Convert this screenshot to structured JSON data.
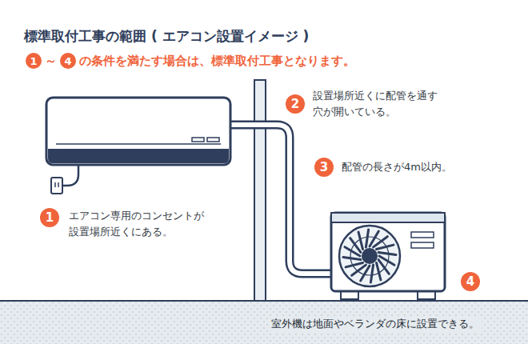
{
  "diagram": {
    "title": "標準取付工事の範囲 ( エアコン設置イメージ )",
    "nodes": [
      {
        "text": [
          "1"
        ]
      },
      {
        "text": [
          "4"
        ]
      },
      {
        "text": [
          "2",
          "設置場所近くに配管を通す 穴が開いている。"
        ]
      },
      {
        "text": [
          "3",
          "配管の長さが4m以内。"
        ]
      },
      {
        "text": [
          "1",
          "エアコン専用のコンセントが 設置場所近くにある。"
        ]
      },
      {
        "text": [
          "4",
          "室外機は地面やベランダの床に設置できる。"
        ]
      }
    ],
    "labels": [
      "～",
      "の条件を満たす場合は、標準取付工事となります。"
    ]
  }
}
